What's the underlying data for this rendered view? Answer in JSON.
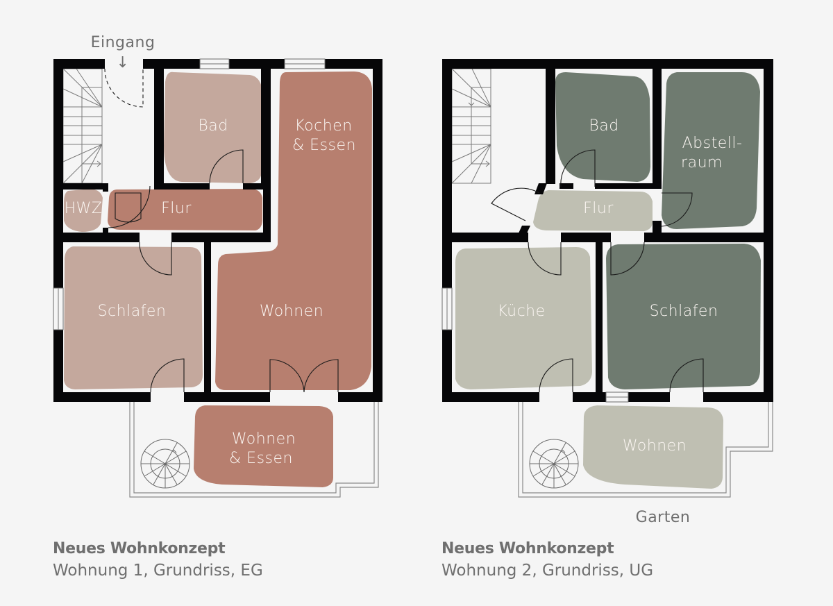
{
  "colors": {
    "background": "#f5f5f5",
    "wall": "#060608",
    "plan1_dark": "#b77f6f",
    "plan1_light": "#c4a89d",
    "plan2_dark": "#6f7b70",
    "plan2_light": "#bfbfb2",
    "label_text": "#fbf6f2",
    "annotation_text": "#6e6e6e"
  },
  "plan1": {
    "annotation_entrance": "Eingang",
    "entrance_arrow_icon": "↓",
    "rooms": {
      "bad": "Bad",
      "kochen_line1": "Kochen",
      "kochen_line2": "& Essen",
      "hwz": "HWZ",
      "flur": "Flur",
      "schlafen": "Schlafen",
      "wohnen": "Wohnen",
      "terrasse_line1": "Wohnen",
      "terrasse_line2": "& Essen"
    },
    "caption": {
      "title": "Neues Wohnkonzept",
      "subtitle": "Wohnung 1, Grundriss, EG"
    }
  },
  "plan2": {
    "annotation_garden": "Garten",
    "rooms": {
      "bad": "Bad",
      "abstell_line1": "Abstell-",
      "abstell_line2": "raum",
      "flur": "Flur",
      "kueche": "Küche",
      "schlafen": "Schlafen",
      "terrasse": "Wohnen"
    },
    "caption": {
      "title": "Neues Wohnkonzept",
      "subtitle": "Wohnung 2, Grundriss, UG"
    }
  }
}
